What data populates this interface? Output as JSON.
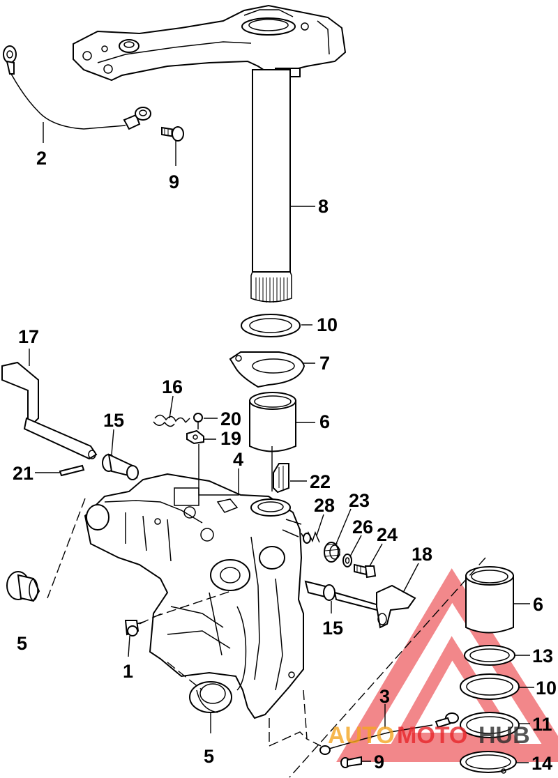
{
  "callouts": [
    {
      "id": "c2",
      "text": "2"
    },
    {
      "id": "c9a",
      "text": "9"
    },
    {
      "id": "c8",
      "text": "8"
    },
    {
      "id": "c10a",
      "text": "10"
    },
    {
      "id": "c7",
      "text": "7"
    },
    {
      "id": "c17",
      "text": "17"
    },
    {
      "id": "c16",
      "text": "16"
    },
    {
      "id": "c20",
      "text": "20"
    },
    {
      "id": "c6a",
      "text": "6"
    },
    {
      "id": "c15a",
      "text": "15"
    },
    {
      "id": "c19",
      "text": "19"
    },
    {
      "id": "c4",
      "text": "4"
    },
    {
      "id": "c21",
      "text": "21"
    },
    {
      "id": "c22",
      "text": "22"
    },
    {
      "id": "c28",
      "text": "28"
    },
    {
      "id": "c23",
      "text": "23"
    },
    {
      "id": "c26",
      "text": "26"
    },
    {
      "id": "c24",
      "text": "24"
    },
    {
      "id": "c18",
      "text": "18"
    },
    {
      "id": "c5a",
      "text": "5"
    },
    {
      "id": "c15b",
      "text": "15"
    },
    {
      "id": "c6b",
      "text": "6"
    },
    {
      "id": "c13",
      "text": "13"
    },
    {
      "id": "c1",
      "text": "1"
    },
    {
      "id": "c10b",
      "text": "10"
    },
    {
      "id": "c3",
      "text": "3"
    },
    {
      "id": "c11",
      "text": "11"
    },
    {
      "id": "c5b",
      "text": "5"
    },
    {
      "id": "c9b",
      "text": "9"
    },
    {
      "id": "c14",
      "text": "14"
    }
  ],
  "watermark": {
    "part1": "AUTO",
    "part2": "MOTO",
    "part3": "HUB",
    "colors": {
      "triangle": "#e8262b",
      "auto": "#f5a623",
      "moto": "#e8262b",
      "hub": "#2b2b2b"
    }
  }
}
